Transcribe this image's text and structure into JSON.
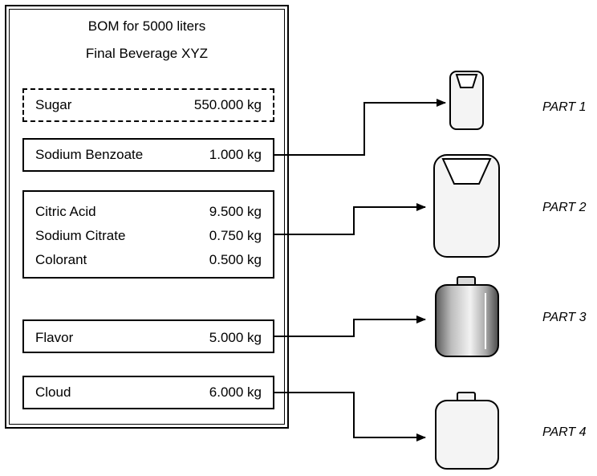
{
  "bom": {
    "title_line1": "BOM for 5000 liters",
    "title_line2": "Final Beverage XYZ",
    "groups": [
      {
        "style": "dashed",
        "items": [
          {
            "name": "Sugar",
            "qty": "550.000 kg"
          }
        ]
      },
      {
        "style": "solid",
        "items": [
          {
            "name": "Sodium Benzoate",
            "qty": "1.000 kg"
          }
        ]
      },
      {
        "style": "solid",
        "items": [
          {
            "name": "Citric Acid",
            "qty": "9.500 kg"
          },
          {
            "name": "Sodium Citrate",
            "qty": "0.750 kg"
          },
          {
            "name": "Colorant",
            "qty": "0.500 kg"
          }
        ]
      },
      {
        "style": "solid",
        "items": [
          {
            "name": "Flavor",
            "qty": "5.000 kg"
          }
        ]
      },
      {
        "style": "solid",
        "items": [
          {
            "name": "Cloud",
            "qty": "6.000 kg"
          }
        ]
      }
    ]
  },
  "parts": [
    {
      "label": "PART 1",
      "container": "small-jug-icon"
    },
    {
      "label": "PART 2",
      "container": "large-jug-icon"
    },
    {
      "label": "PART 3",
      "container": "metal-canister-icon"
    },
    {
      "label": "PART 4",
      "container": "plastic-canister-icon"
    }
  ],
  "colors": {
    "line": "#000000",
    "container_fill": "#f4f4f4"
  }
}
